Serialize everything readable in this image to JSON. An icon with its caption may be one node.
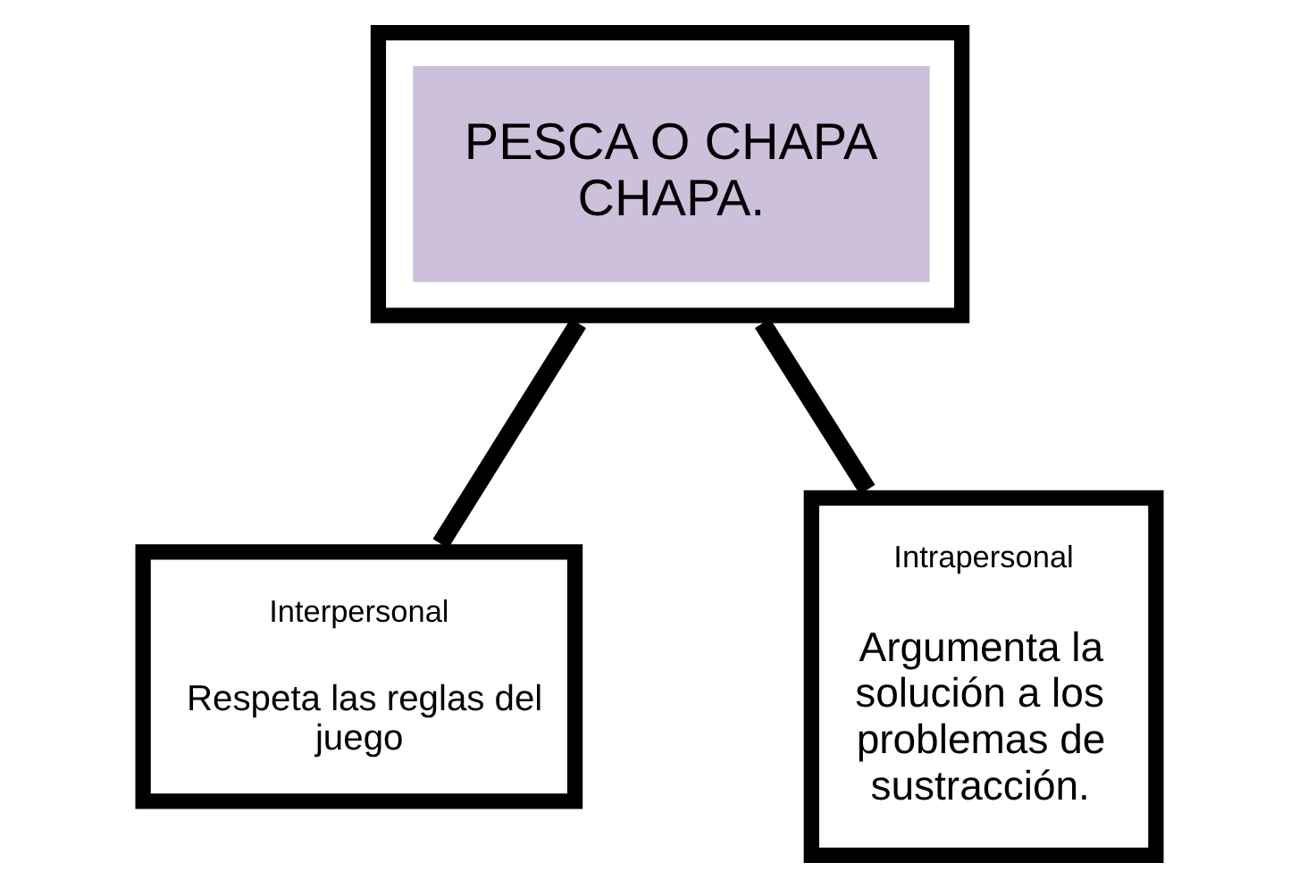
{
  "diagram": {
    "nodes": [
      {
        "text": [
          "PESCA O CHAPA CHAPA."
        ]
      },
      {
        "text": [
          "Interpersonal",
          "Respeta las reglas del juego"
        ]
      },
      {
        "text": [
          "Intrapersonal",
          "Argumenta la solución a los problemas de sustracción."
        ]
      }
    ],
    "edges": [
      {
        "from": 0,
        "to": 1,
        "arrow": "none"
      },
      {
        "from": 0,
        "to": 2,
        "arrow": "none"
      }
    ]
  }
}
